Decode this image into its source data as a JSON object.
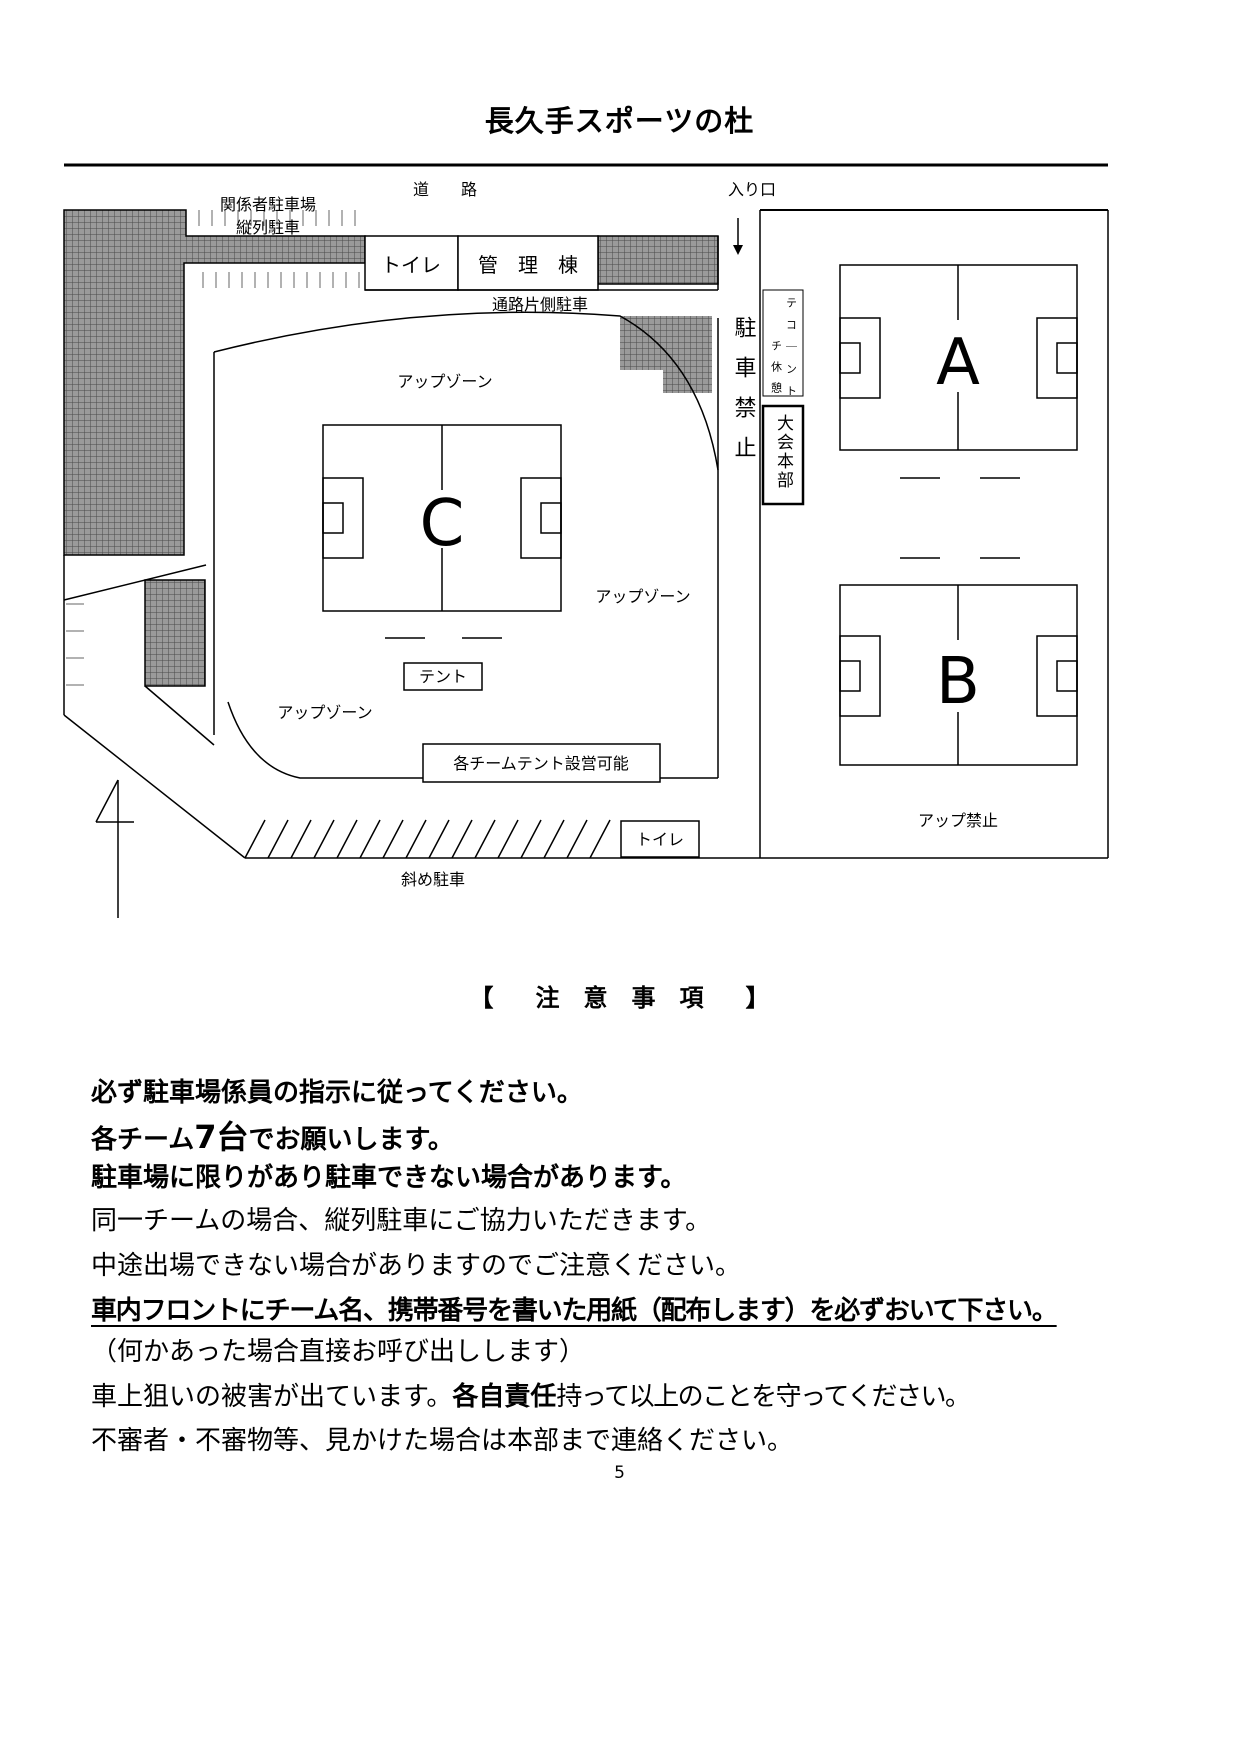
{
  "title": "長久手スポーツの杜",
  "map": {
    "road": "道　　路",
    "entrance": "入り口",
    "staff_parking": "関係者駐車場",
    "tandem_parking": "縦列駐車",
    "toilet_top": "トイレ",
    "admin_building": "管　理　棟",
    "side_parking": "通路片側駐車",
    "rest_tent_col1": "テコ｜ント",
    "rest_tent_col2": "チ休憩",
    "hq": "大会本部",
    "no_parking": "駐車禁止",
    "field_a": "A",
    "field_b": "B",
    "field_c": "C",
    "up_zone_1": "アップゾーン",
    "up_zone_2": "アップゾーン",
    "up_zone_3": "アップゾーン",
    "tent": "テント",
    "team_tents": "各チームテント設営可能",
    "toilet_bottom": "トイレ",
    "no_warmup": "アップ禁止",
    "diagonal_parking": "斜め駐車"
  },
  "notes": {
    "heading_open": "【",
    "heading_text": "注　意　事　項",
    "heading_close": "】",
    "line1": "必ず駐車場係員の指示に従ってください。",
    "line2_a": "各チーム",
    "line2_b": "7台",
    "line2_c": "でお願いします。",
    "line3": "駐車場に限りがあり駐車できない場合があります。",
    "line4": "同一チームの場合、縦列駐車にご協力いただきます。",
    "line5": "中途出場できない場合がありますのでご注意ください。",
    "line6": "車内フロントにチーム名、携帯番号を書いた用紙（配布します）を必ずおいて下さい。",
    "line7": "（何かあった場合直接お呼び出しします）",
    "line8_a": "車上狙いの被害が出ています。",
    "line8_b": "各自責任",
    "line8_c": "持って以上のことを守ってください。",
    "line9": "不審者・不審物等、見かけた場合は本部まで連絡ください。"
  },
  "page_number": "5"
}
